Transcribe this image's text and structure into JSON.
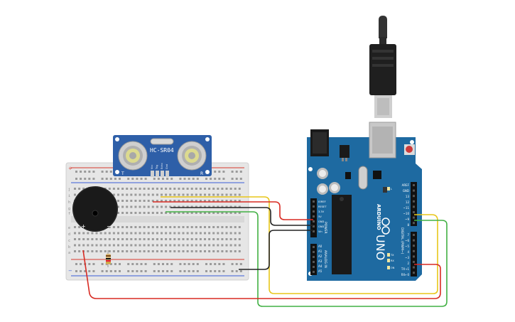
{
  "sensor": {
    "model": "HC-SR04",
    "left_mark": "T",
    "right_mark": "R",
    "pins": [
      "Vcc",
      "Trig",
      "Echo",
      "Gnd"
    ]
  },
  "buzzer": {
    "plus": "+",
    "minus": "−"
  },
  "breadboard": {
    "row_letters_top": [
      "j",
      "i",
      "h",
      "g",
      "f"
    ],
    "row_letters_bottom": [
      "e",
      "d",
      "c",
      "b",
      "a"
    ],
    "rail_plus": "+",
    "rail_minus": "−"
  },
  "arduino": {
    "brand": "ARDUINO",
    "model": "UNO",
    "power_header": [
      "IOREF",
      "RESET",
      "3.3V",
      "5V",
      "GND",
      "GND",
      "Vin"
    ],
    "power_label": "POWER",
    "analog_header": [
      "A0",
      "A1",
      "A2",
      "A3",
      "A4",
      "A5"
    ],
    "analog_label": "ANALOG IN",
    "digital_header_top": [
      "AREF",
      "GND",
      "13",
      "12",
      "~11",
      "~10",
      "~9",
      "8"
    ],
    "digital_header_bottom": [
      "7",
      "~6",
      "~5",
      "4",
      "~3",
      "2",
      "TX→1",
      "RX←0"
    ],
    "digital_label": "DIGITAL (PWM~)",
    "leds": [
      "L",
      "TX",
      "RX",
      "ON"
    ]
  },
  "wire_colors": {
    "yellow": "#e8c619",
    "red": "#d82a22",
    "black": "#222222",
    "green": "#41b043"
  }
}
